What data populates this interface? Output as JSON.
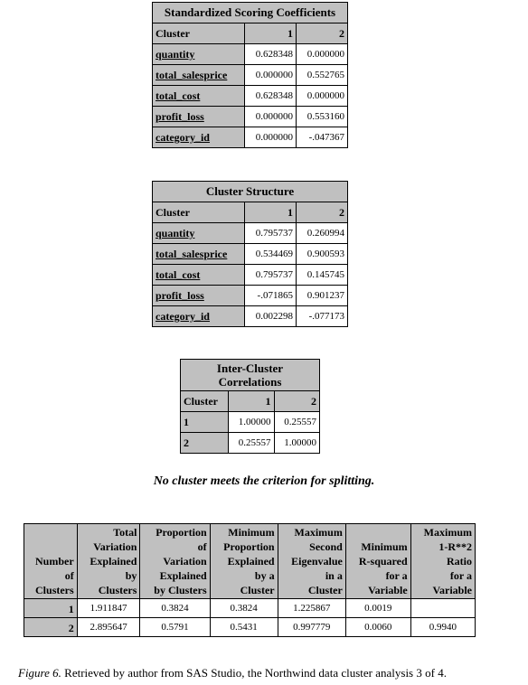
{
  "scoring": {
    "title": "Standardized Scoring Coefficients",
    "header": [
      "Cluster",
      "1",
      "2"
    ],
    "rows": [
      [
        "quantity",
        "0.628348",
        "0.000000"
      ],
      [
        "total_salesprice",
        "0.000000",
        "0.552765"
      ],
      [
        "total_cost",
        "0.628348",
        "0.000000"
      ],
      [
        "profit_loss",
        "0.000000",
        "0.553160"
      ],
      [
        "category_id",
        "0.000000",
        "-.047367"
      ]
    ]
  },
  "structure": {
    "title": "Cluster Structure",
    "header": [
      "Cluster",
      "1",
      "2"
    ],
    "rows": [
      [
        "quantity",
        "0.795737",
        "0.260994"
      ],
      [
        "total_salesprice",
        "0.534469",
        "0.900593"
      ],
      [
        "total_cost",
        "0.795737",
        "0.145745"
      ],
      [
        "profit_loss",
        "-.071865",
        "0.901237"
      ],
      [
        "category_id",
        "0.002298",
        "-.077173"
      ]
    ]
  },
  "correlations": {
    "title_line1": "Inter-Cluster",
    "title_line2": "Correlations",
    "header": [
      "Cluster",
      "1",
      "2"
    ],
    "rows": [
      [
        "1",
        "1.00000",
        "0.25557"
      ],
      [
        "2",
        "0.25557",
        "1.00000"
      ]
    ]
  },
  "note": "No cluster meets the criterion for splitting.",
  "summary": {
    "headers": [
      [
        "Number",
        "of",
        "Clusters"
      ],
      [
        "Total",
        "Variation",
        "Explained",
        "by",
        "Clusters"
      ],
      [
        "Proportion",
        "of",
        "Variation",
        "Explained",
        "by Clusters"
      ],
      [
        "Minimum",
        "Proportion",
        "Explained",
        "by a",
        "Cluster"
      ],
      [
        "Maximum",
        "Second",
        "Eigenvalue",
        "in a",
        "Cluster"
      ],
      [
        "Minimum",
        "R-squared",
        "for a",
        "Variable"
      ],
      [
        "Maximum",
        "1-R**2",
        "Ratio",
        "for a",
        "Variable"
      ]
    ],
    "rows": [
      [
        "1",
        "1.911847",
        "0.3824",
        "0.3824",
        "1.225867",
        "0.0019",
        ""
      ],
      [
        "2",
        "2.895647",
        "0.5791",
        "0.5431",
        "0.997779",
        "0.0060",
        "0.9940"
      ]
    ]
  },
  "caption": {
    "figure_label": "Figure 6.",
    "text": " Retrieved by author from SAS Studio, the Northwind data cluster analysis 3 of 4."
  }
}
